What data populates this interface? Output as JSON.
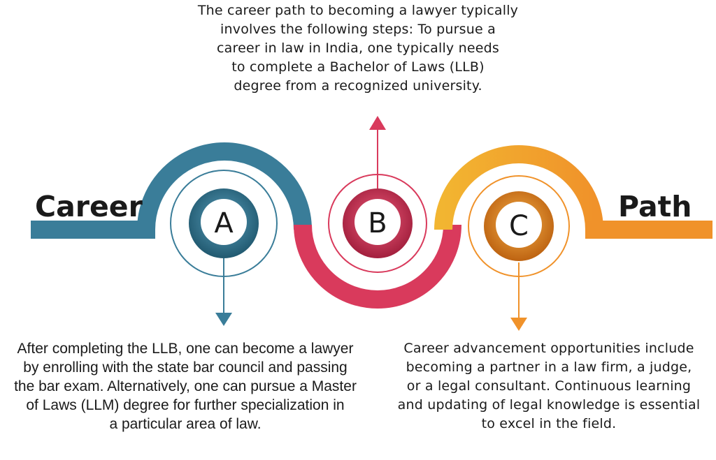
{
  "title": {
    "left": "Career",
    "right": "Path"
  },
  "steps": [
    {
      "letter": "A",
      "color": "#3a7d99",
      "lines": [
        "After completing the LLB, one can become a lawyer",
        "by enrolling with the state bar council and passing",
        "the bar exam. Alternatively, one can pursue a Master",
        "of Laws (LLM) degree for further specialization in",
        "a particular area of law."
      ]
    },
    {
      "letter": "B",
      "color": "#d93a5c",
      "lines": [
        "The career path to becoming a lawyer typically",
        "involves the following steps: To pursue a",
        "career in law in India, one typically needs",
        "to complete a Bachelor of Laws (LLB)",
        "degree from a recognized university."
      ]
    },
    {
      "letter": "C",
      "color": "#f0922a",
      "lines": [
        "Career advancement opportunities include",
        "becoming a partner in a law firm, a judge,",
        "or a legal consultant. Continuous learning",
        "and updating of legal knowledge is essential",
        "to excel in the field."
      ]
    }
  ],
  "colors": {
    "teal": "#3a7d99",
    "teal_dark": "#1f5a72",
    "pink": "#d93a5c",
    "pink_dark": "#a81f3f",
    "yellow": "#f2b531",
    "orange": "#f0922a",
    "orange_dark": "#c96a12"
  }
}
